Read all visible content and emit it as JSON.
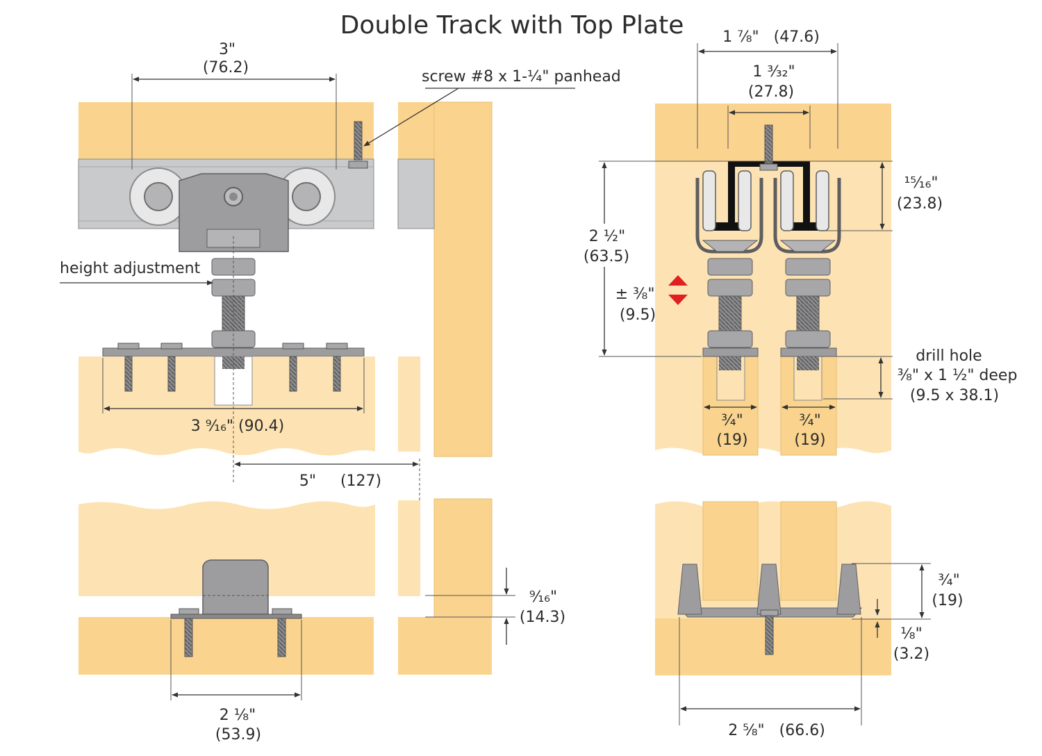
{
  "title": "Double Track with Top Plate",
  "colors": {
    "wood": "#fad48e",
    "wood_light": "#fde3b3",
    "wood_edge": "#e6bd6f",
    "metal": "#9d9d9f",
    "metal_dark": "#6e6e70",
    "track": "#c9cacc",
    "accent_arrow": "#e02020",
    "line": "#333333"
  },
  "labels": {
    "screw": "screw #8 x 1-¼\" panhead",
    "height_adjustment": "height adjustment",
    "drill_hole_1": "drill hole",
    "drill_hole_2": "⅜\" x 1 ½\" deep",
    "drill_hole_3": "(9.5 x 38.1)"
  },
  "dimensions": {
    "wheel_spacing_in": "3\"",
    "wheel_spacing_mm": "(76.2)",
    "plate_len": "3 ⁹⁄₁₆\"  (90.4)",
    "offset": "5\"     (127)",
    "guide_width_in": "2 ⅛\"",
    "guide_width_mm": "(53.9)",
    "guide_gap_in": "⁹⁄₁₆\"",
    "guide_gap_mm": "(14.3)",
    "track_width": "1 ⅞\"   (47.6)",
    "track_inner_in": "1 ³⁄₃₂\"",
    "track_inner_mm": "(27.8)",
    "hanger_h_in": "¹⁵⁄₁₆\"",
    "hanger_h_mm": "(23.8)",
    "total_h_in": "2 ½\"",
    "total_h_mm": "(63.5)",
    "adjust_in": "± ⅜\"",
    "adjust_mm": "(9.5)",
    "door_a_in": "¾\"",
    "door_a_mm": "(19)",
    "door_b_in": "¾\"",
    "door_b_mm": "(19)",
    "guide_h_in": "¾\"",
    "guide_h_mm": "(19)",
    "base_in": "⅛\"",
    "base_mm": "(3.2)",
    "guide_total": "2 ⅝\"   (66.6)"
  }
}
